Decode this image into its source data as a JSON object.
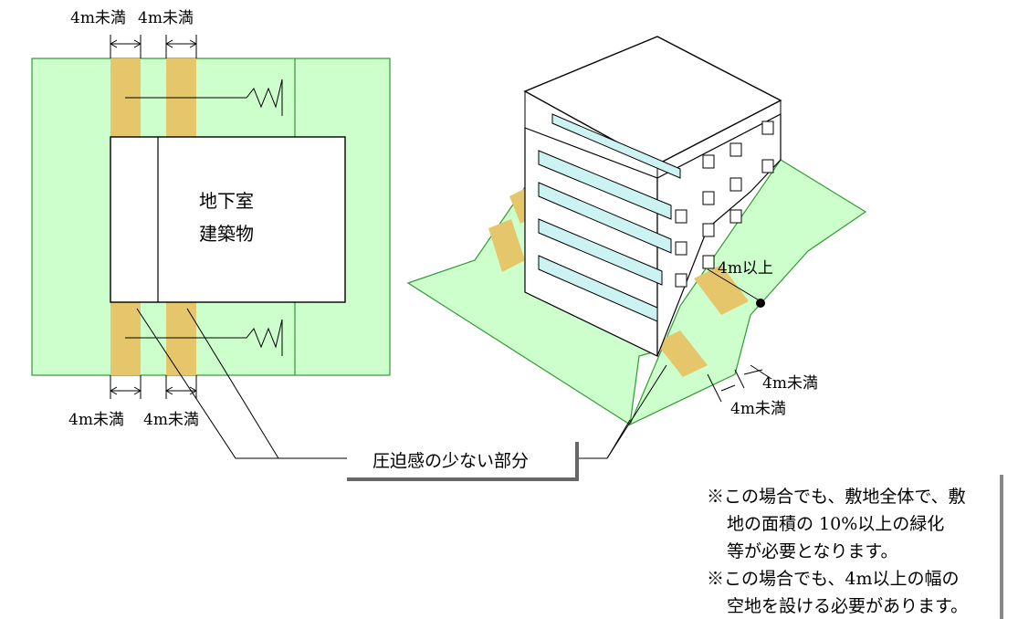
{
  "colors": {
    "green_area": "#ccffcc",
    "green_border": "#339933",
    "strip": "#e5c66a",
    "window": "#ccf2f2",
    "building_face": "#ffffff",
    "outline": "#000000"
  },
  "plan": {
    "top_labels": [
      "4m未満",
      "4m未満"
    ],
    "bottom_labels": [
      "4m未満",
      "4m未満"
    ],
    "basement_label": "地下室",
    "building_label": "建築物"
  },
  "iso": {
    "width_label": "4m以上",
    "strip_label_1": "4m未満",
    "strip_label_2": "4m未満"
  },
  "callout_label": "圧迫感の少ない部分",
  "notes": [
    "※この場合でも、敷地全体で、敷",
    "地の面積の 10%以上の緑化",
    "等が必要となります。",
    "※この場合でも、4m以上の幅の",
    "空地を設ける必要があります。"
  ]
}
